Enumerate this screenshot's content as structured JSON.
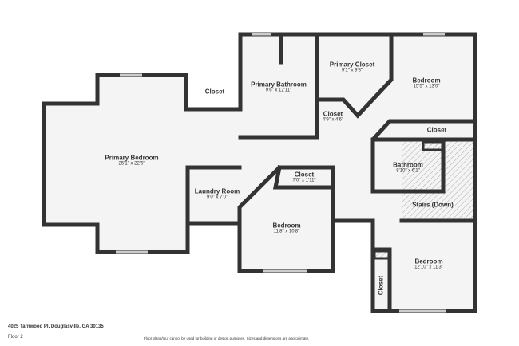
{
  "rooms": [
    {
      "name": "Primary Bedroom",
      "dims": "25'1\" x 22'6\""
    },
    {
      "name": "Closet",
      "dims": ""
    },
    {
      "name": "Primary Bathroom",
      "dims": "9'6\" x 12'11\""
    },
    {
      "name": "Primary Closet",
      "dims": "9'1\" x 9'8\""
    },
    {
      "name": "Closet",
      "dims": "4'9\" x 4'6\""
    },
    {
      "name": "Bedroom",
      "dims": "15'5\" x 13'0\""
    },
    {
      "name": "Closet",
      "dims": ""
    },
    {
      "name": "Bathroom",
      "dims": "8'10\" x 6'1\""
    },
    {
      "name": "Stairs (Down)",
      "dims": ""
    },
    {
      "name": "Laundry Room",
      "dims": "9'0\" x 7'0\""
    },
    {
      "name": "Closet",
      "dims": "7'0\" x 1'11\""
    },
    {
      "name": "Bedroom",
      "dims": "11'8\" x 10'8\""
    },
    {
      "name": "Bedroom",
      "dims": "12'10\" x 11'3\""
    },
    {
      "name": "Closet",
      "dims": ""
    }
  ],
  "footer": {
    "address": "4025 Tarnwood Pl, Douglasville, GA 30135",
    "floor": "Floor 2",
    "disclaimer": "Floor plans/tour cannot be used for building or design purposes. Sizes and dimensions are approximate."
  },
  "colors": {
    "wall": "#333333",
    "floor": "#f4f4f4"
  }
}
